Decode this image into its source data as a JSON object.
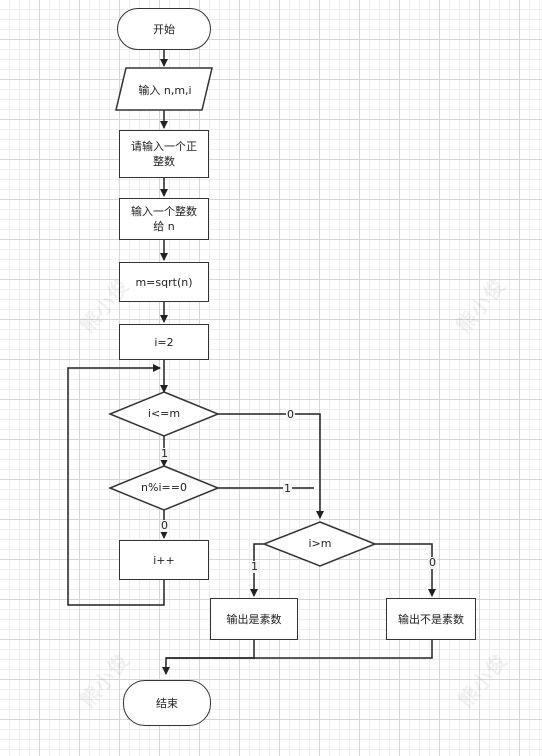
{
  "flowchart": {
    "start": "开始",
    "input": "输入 n,m,i",
    "prompt": "请输入一个正\n整数",
    "assign_n": "输入一个整数\n给 n",
    "assign_m": "m=sqrt(n)",
    "init_i": "i=2",
    "cond_loop": "i<=m",
    "cond_mod": "n%i==0",
    "increment": "i++",
    "cond_final": "i>m",
    "out_prime": "输出是素数",
    "out_not_prime": "输出不是素数",
    "end": "结束"
  },
  "edge_labels": {
    "loop_false": "0",
    "loop_true": "1",
    "mod_true": "1",
    "mod_false": "0",
    "final_true": "1",
    "final_false": "0"
  },
  "watermark": "熊小俊"
}
